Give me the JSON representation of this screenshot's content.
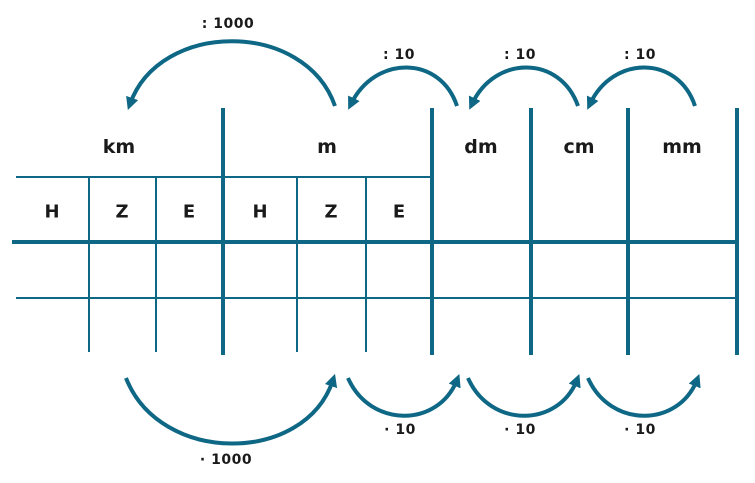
{
  "units": {
    "km": "km",
    "m": "m",
    "dm": "dm",
    "cm": "cm",
    "mm": "mm"
  },
  "subcolumns": [
    "H",
    "Z",
    "E",
    "H",
    "Z",
    "E"
  ],
  "conversions_up": {
    "m_to_km": ": 1000",
    "dm_to_m": ": 10",
    "cm_to_dm": ": 10",
    "mm_to_cm": ": 10"
  },
  "conversions_down": {
    "km_to_m": "· 1000",
    "m_to_dm": "· 10",
    "dm_to_cm": "· 10",
    "cm_to_mm": "· 10"
  },
  "colors": {
    "line": "#0e6784",
    "text": "#1a1a1a",
    "background": "#ffffff"
  }
}
